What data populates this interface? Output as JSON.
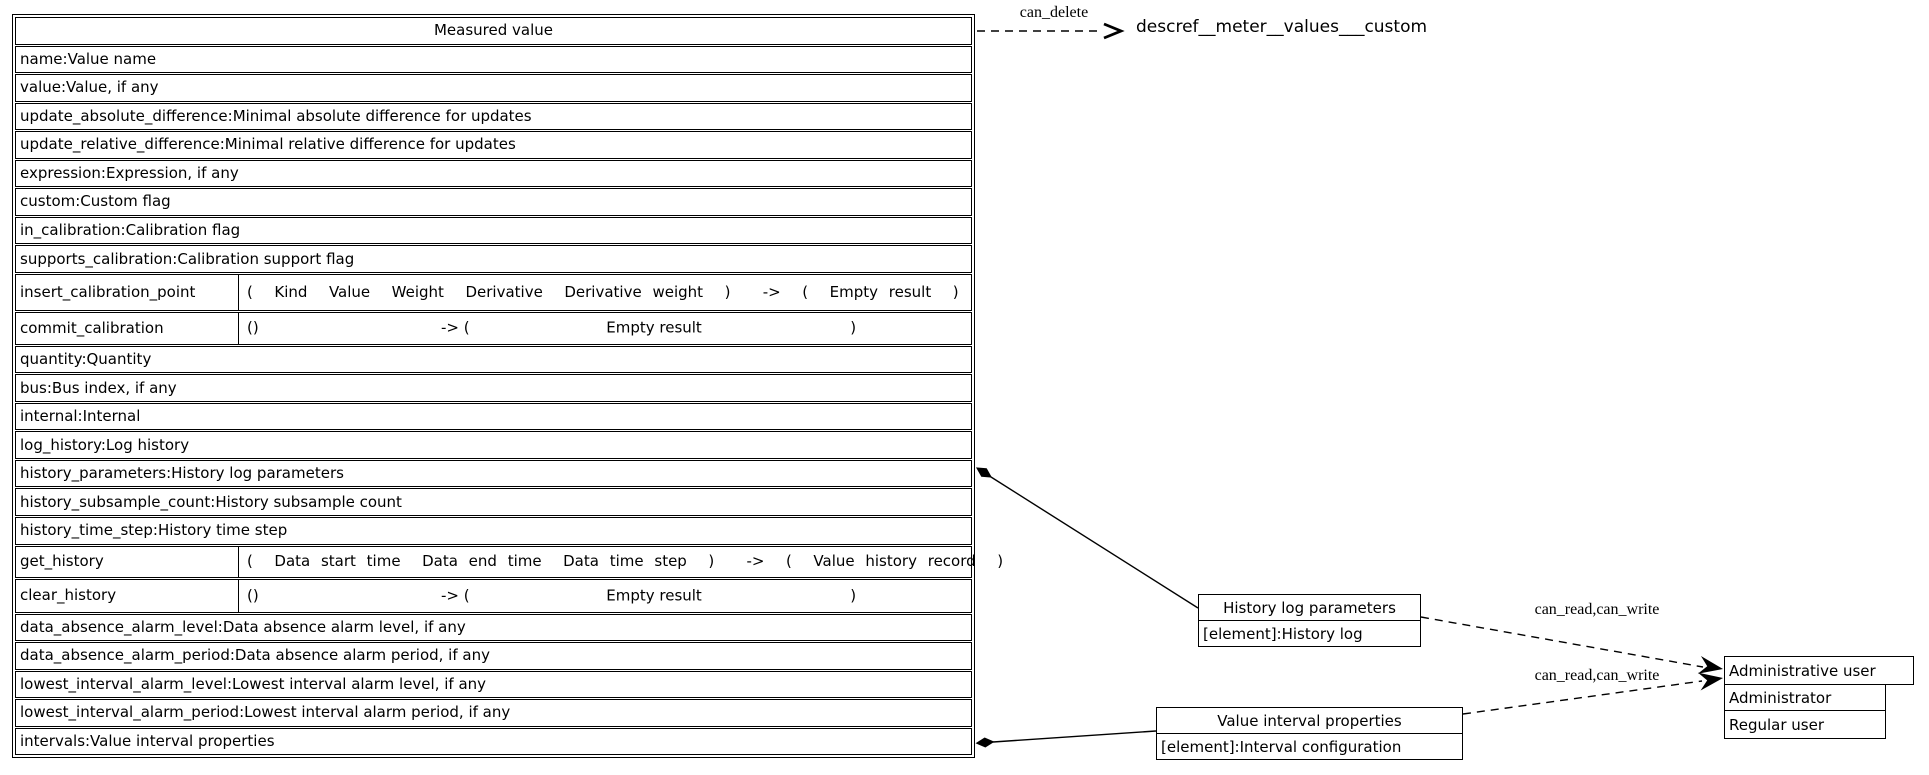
{
  "cls": {
    "title": "Measured value",
    "attrs1": [
      "name:Value name",
      "value:Value, if any",
      "update_absolute_difference:Minimal absolute difference for updates",
      "update_relative_difference:Minimal relative difference for updates",
      "expression:Expression, if any",
      "custom:Custom flag",
      "in_calibration:Calibration flag",
      "supports_calibration:Calibration support flag"
    ],
    "m_insert": {
      "name": "insert_calibration_point",
      "sig": "(  Kind  Value  Weight  Derivative  Derivative weight  )   ->  (  Empty result  )"
    },
    "m_commit": {
      "name": "commit_calibration",
      "p0": "()",
      "p1": "-> (",
      "p2": "Empty result",
      "p3": ")"
    },
    "attrs2": [
      "quantity:Quantity",
      "bus:Bus index, if any",
      "internal:Internal",
      "log_history:Log history",
      "history_parameters:History log parameters",
      "history_subsample_count:History subsample count",
      "history_time_step:History time step"
    ],
    "m_get": {
      "name": "get_history",
      "sig": "(  Data start time  Data end time  Data time step  )   ->  (  Value history record  )"
    },
    "m_clear": {
      "name": "clear_history",
      "p0": "()",
      "p1": "-> (",
      "p2": "Empty result",
      "p3": ")"
    },
    "attrs3": [
      "data_absence_alarm_level:Data absence alarm level, if any",
      "data_absence_alarm_period:Data absence alarm period, if any",
      "lowest_interval_alarm_level:Lowest interval alarm level, if any",
      "lowest_interval_alarm_period:Lowest interval alarm period, if any",
      "intervals:Value interval properties"
    ]
  },
  "edges": {
    "can_delete_label": "can_delete",
    "rw_top_label": "can_read,can_write",
    "rw_bottom_label": "can_read,can_write"
  },
  "external_ref": "descref__meter__values___custom",
  "history_box": {
    "title": "History log parameters",
    "element": "[element]:History log"
  },
  "interval_box": {
    "title": "Value interval properties",
    "element": "[element]:Interval configuration"
  },
  "user_box": {
    "title": "Administrative user",
    "row1": "Administrator",
    "row2": "Regular user"
  },
  "colors": {
    "line": "#000000",
    "background": "#ffffff"
  }
}
